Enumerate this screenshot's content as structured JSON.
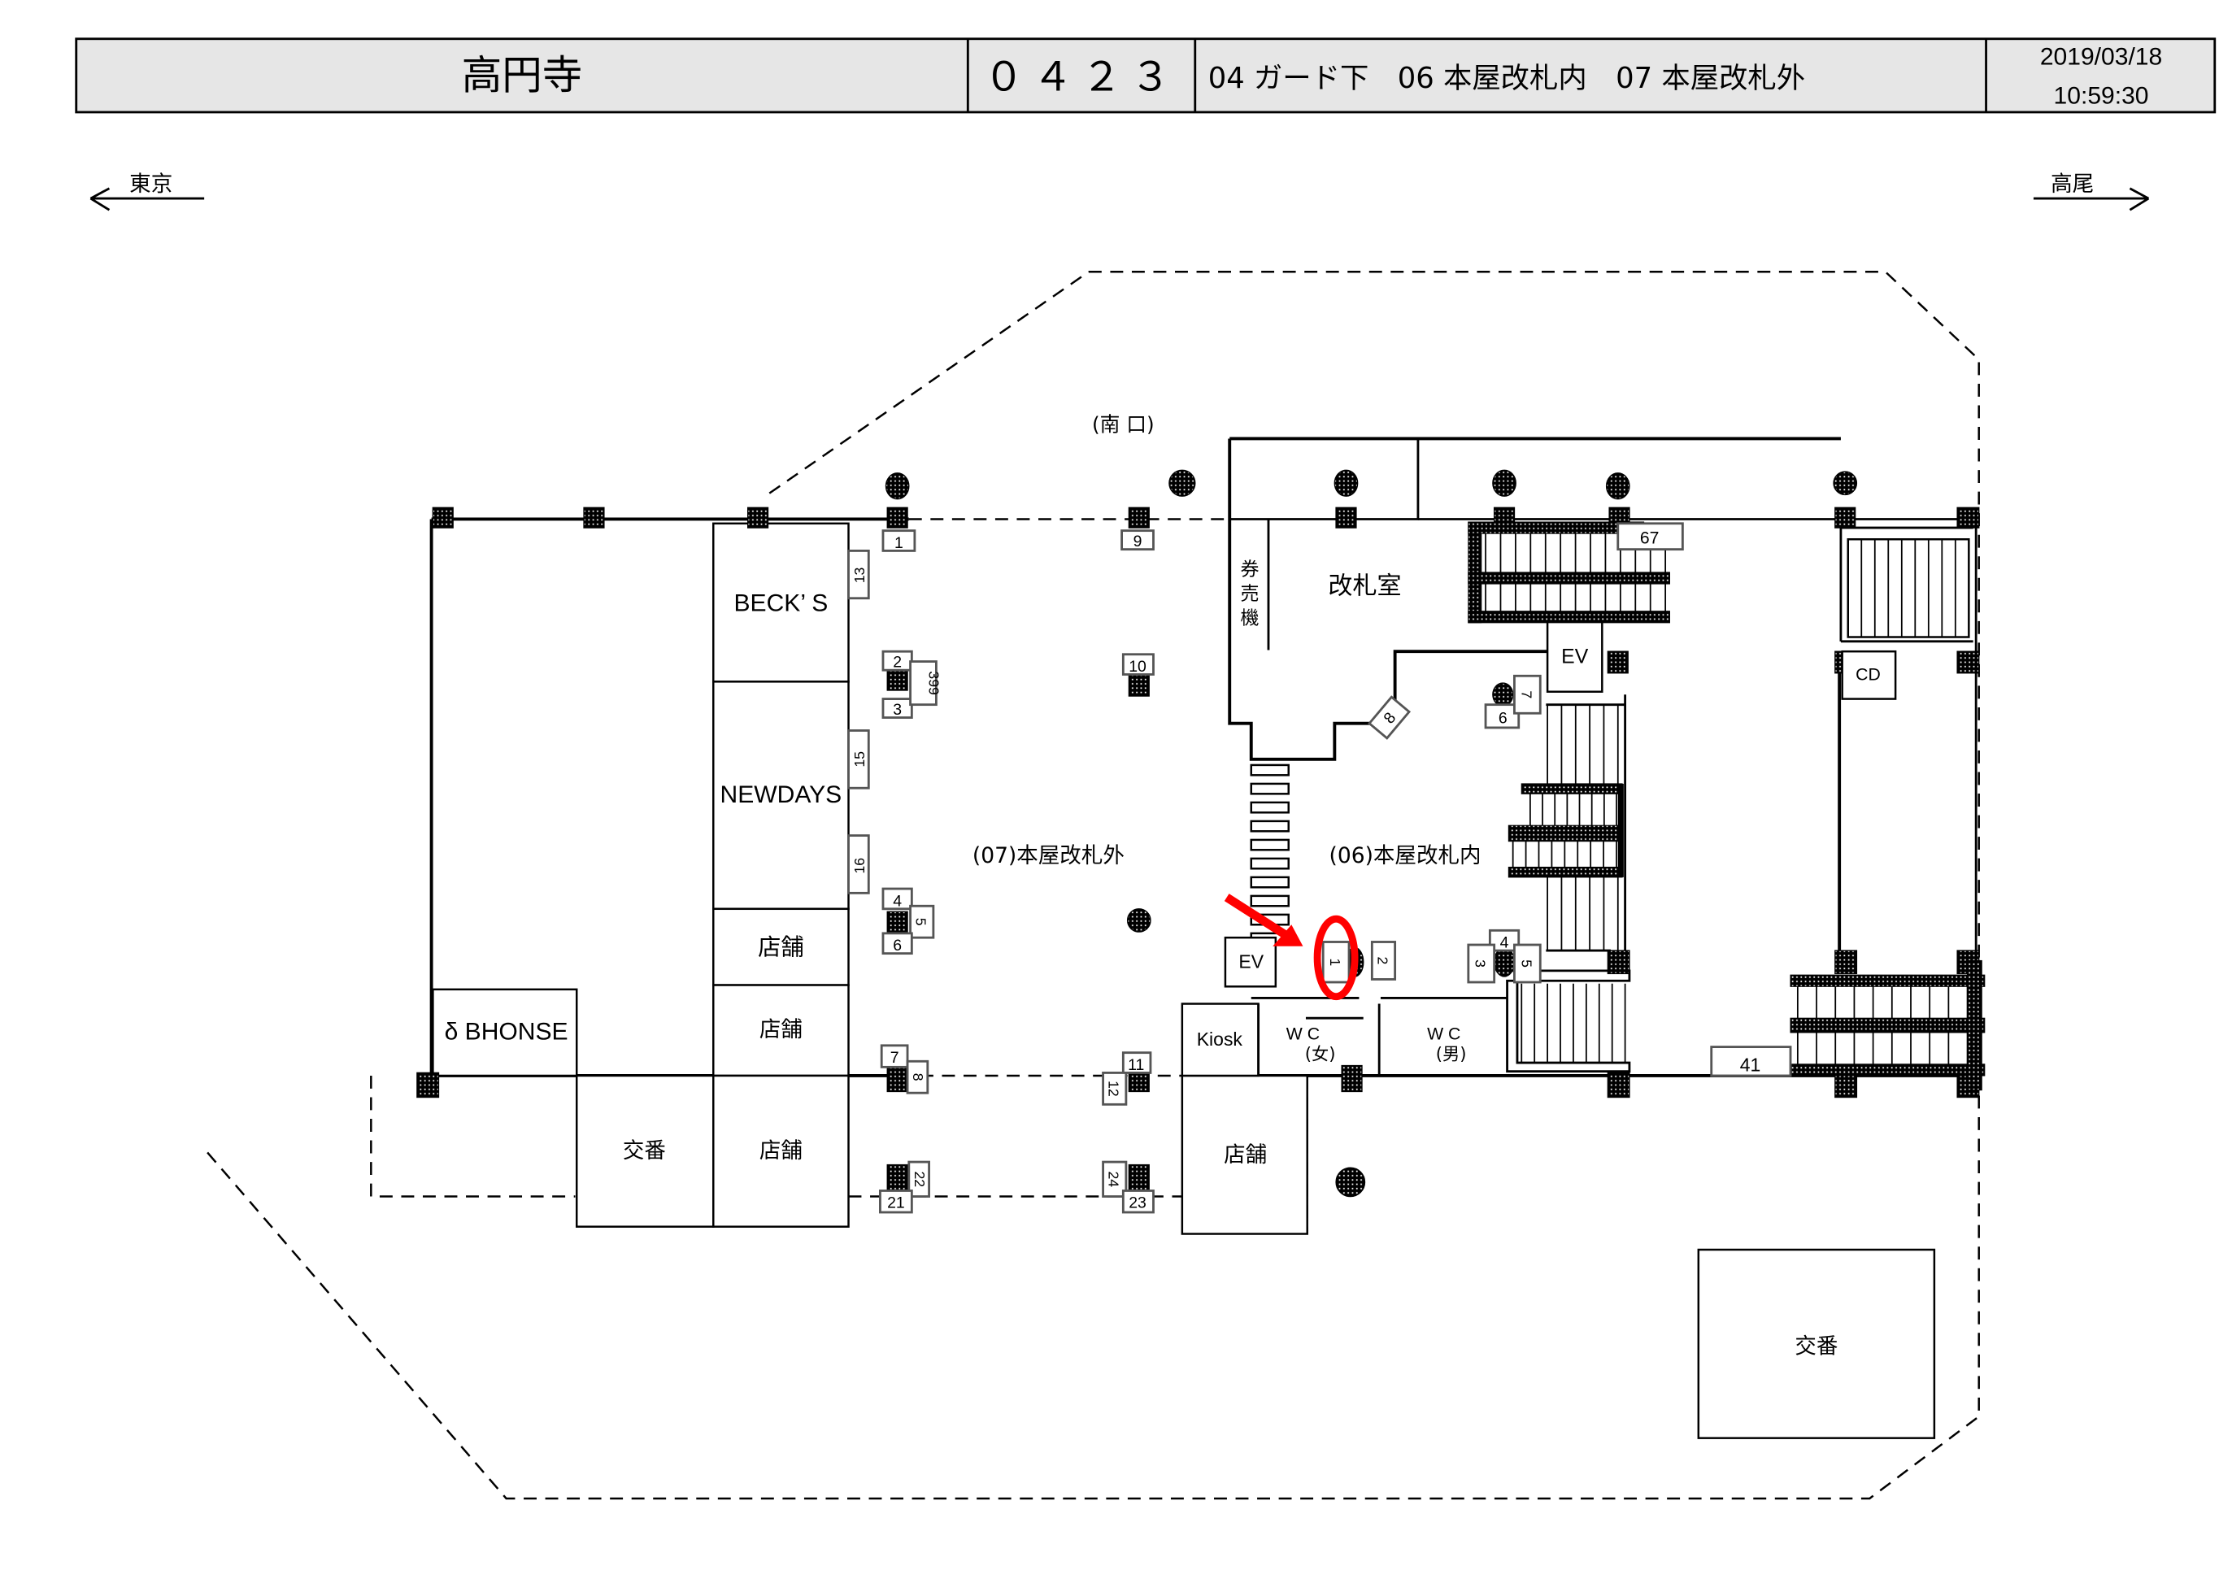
{
  "header": {
    "station_name": "高円寺",
    "station_code": "０４２３",
    "areas": "04 ガード下　06 本屋改札内　07 本屋改札外",
    "date": "2019/03/18",
    "time": "10:59:30"
  },
  "directions": {
    "left": "東京",
    "right": "高尾"
  },
  "labels": {
    "south_exit": "(南 口)",
    "ticket_machine_1": "券",
    "ticket_machine_2": "売",
    "ticket_machine_3": "機",
    "gate_room": "改札室",
    "area_07": "(07)本屋改札外",
    "area_06": "(06)本屋改札内",
    "elevator_top": "EV",
    "elevator_bottom": "EV",
    "cd": "CD",
    "kiosk": "Kiosk",
    "wc_women_1": "W C",
    "wc_women_2": "(女)",
    "wc_men_1": "W C",
    "wc_men_2": "(男)"
  },
  "shops": [
    {
      "id": "becks",
      "label": "BECK’ S"
    },
    {
      "id": "newdays",
      "label": "NEWDAYS"
    },
    {
      "id": "shop_a",
      "label": "店舗"
    },
    {
      "id": "shop_b",
      "label": "店舗"
    },
    {
      "id": "shop_c",
      "label": "店舗"
    },
    {
      "id": "shop_d",
      "label": "店舗"
    },
    {
      "id": "bhonse",
      "label": "δ BHONSE"
    },
    {
      "id": "koban_left",
      "label": "交番"
    },
    {
      "id": "koban_right",
      "label": "交番"
    }
  ],
  "markers": {
    "m1": "1",
    "m2": "2",
    "m3": "3",
    "m399": "399",
    "m4": "4",
    "m5": "5",
    "m6": "6",
    "m7": "7",
    "m8": "8",
    "m9": "9",
    "m10": "10",
    "m11": "11",
    "m12": "12",
    "m13": "13",
    "m15": "15",
    "m16": "16",
    "m21": "21",
    "m22": "22",
    "m23": "23",
    "m24": "24",
    "r1": "1",
    "r2": "2",
    "r3": "3",
    "r4": "4",
    "r5": "5",
    "r6": "6",
    "r7": "7",
    "r8": "8",
    "r41": "41",
    "r67": "67"
  },
  "highlight": {
    "target_marker": "1",
    "color": "#ff0000"
  }
}
